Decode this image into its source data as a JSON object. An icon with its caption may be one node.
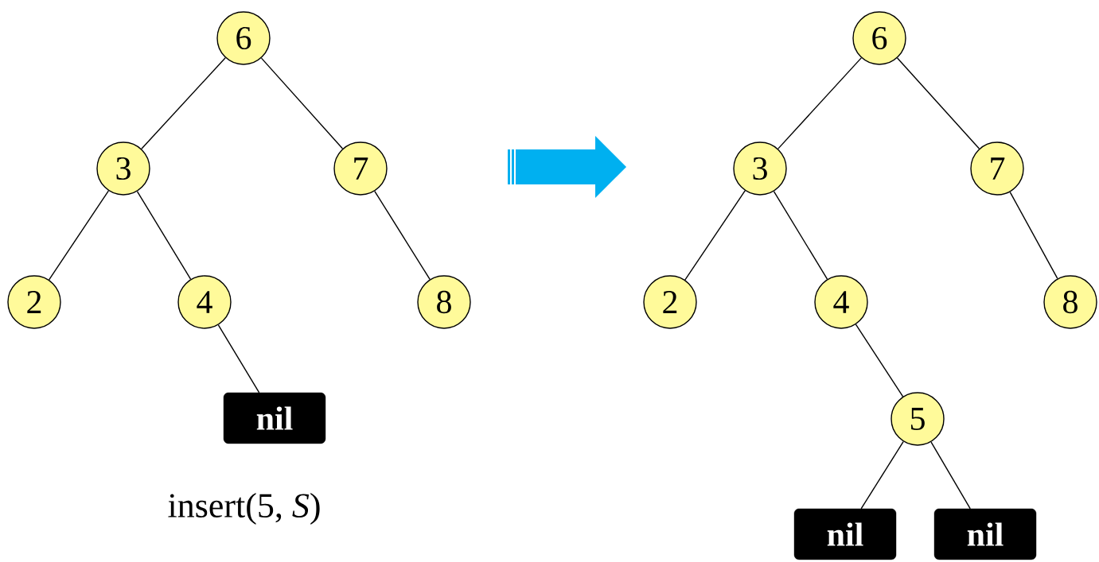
{
  "diagram": {
    "nodes": [
      {
        "text": [
          "6"
        ]
      },
      {
        "text": [
          "3"
        ]
      },
      {
        "text": [
          "7"
        ]
      },
      {
        "text": [
          "2"
        ]
      },
      {
        "text": [
          "4"
        ]
      },
      {
        "text": [
          "8"
        ]
      },
      {
        "text": [
          "nil"
        ]
      },
      {
        "text": [
          "6"
        ]
      },
      {
        "text": [
          "3"
        ]
      },
      {
        "text": [
          "7"
        ]
      },
      {
        "text": [
          "2"
        ]
      },
      {
        "text": [
          "4"
        ]
      },
      {
        "text": [
          "8"
        ]
      },
      {
        "text": [
          "5"
        ]
      },
      {
        "text": [
          "nil"
        ]
      },
      {
        "text": [
          "nil"
        ]
      }
    ],
    "edges": [
      {
        "from": 0,
        "to": 1,
        "arrow": "none"
      },
      {
        "from": 0,
        "to": 2,
        "arrow": "none"
      },
      {
        "from": 1,
        "to": 3,
        "arrow": "none"
      },
      {
        "from": 1,
        "to": 4,
        "arrow": "none"
      },
      {
        "from": 2,
        "to": 5,
        "arrow": "none"
      },
      {
        "from": 4,
        "to": 6,
        "arrow": "none"
      },
      {
        "from": 7,
        "to": 8,
        "arrow": "none"
      },
      {
        "from": 7,
        "to": 9,
        "arrow": "none"
      },
      {
        "from": 8,
        "to": 10,
        "arrow": "none"
      },
      {
        "from": 8,
        "to": 11,
        "arrow": "none"
      },
      {
        "from": 9,
        "to": 12,
        "arrow": "none"
      },
      {
        "from": 11,
        "to": 13,
        "arrow": "none"
      },
      {
        "from": 13,
        "to": 14,
        "arrow": "none"
      },
      {
        "from": 13,
        "to": 15,
        "arrow": "none"
      }
    ],
    "labels": [
      "insert(5, *S*)"
    ]
  }
}
